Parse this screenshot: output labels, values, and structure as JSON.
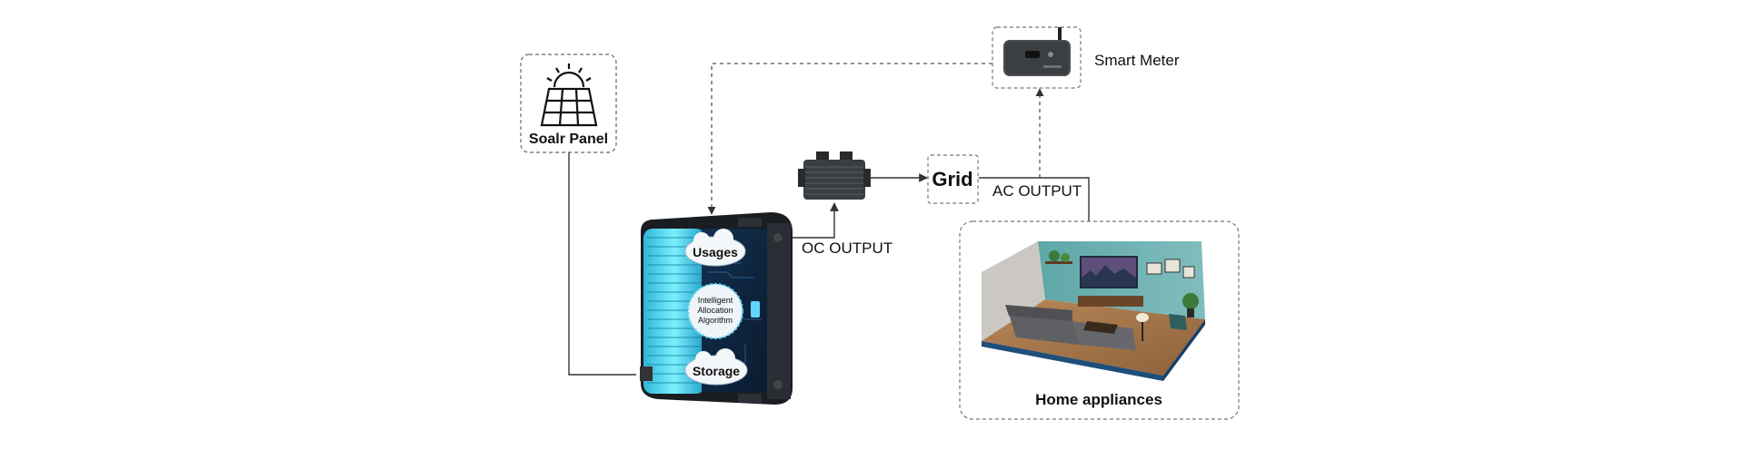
{
  "labels": {
    "solar_panel": "Soalr Panel",
    "smart_meter": "Smart Meter",
    "grid": "Grid",
    "ac_output": "AC OUTPUT",
    "oc_output": "OC OUTPUT",
    "home_appliances": "Home appliances",
    "usages": "Usages",
    "storage": "Storage",
    "algorithm_line1": "Intelligent",
    "algorithm_line2": "Allocation",
    "algorithm_line3": "Algorithm"
  },
  "colors": {
    "line": "#222222",
    "dashed_line": "#555555",
    "battery_glow": "#3fd9ee",
    "battery_body": "#1a1d22"
  },
  "icons": {
    "solar": "solar-panel-icon",
    "meter": "smart-meter-icon",
    "inverter": "microinverter-icon",
    "battery": "battery-storage-icon",
    "home": "living-room-image"
  }
}
